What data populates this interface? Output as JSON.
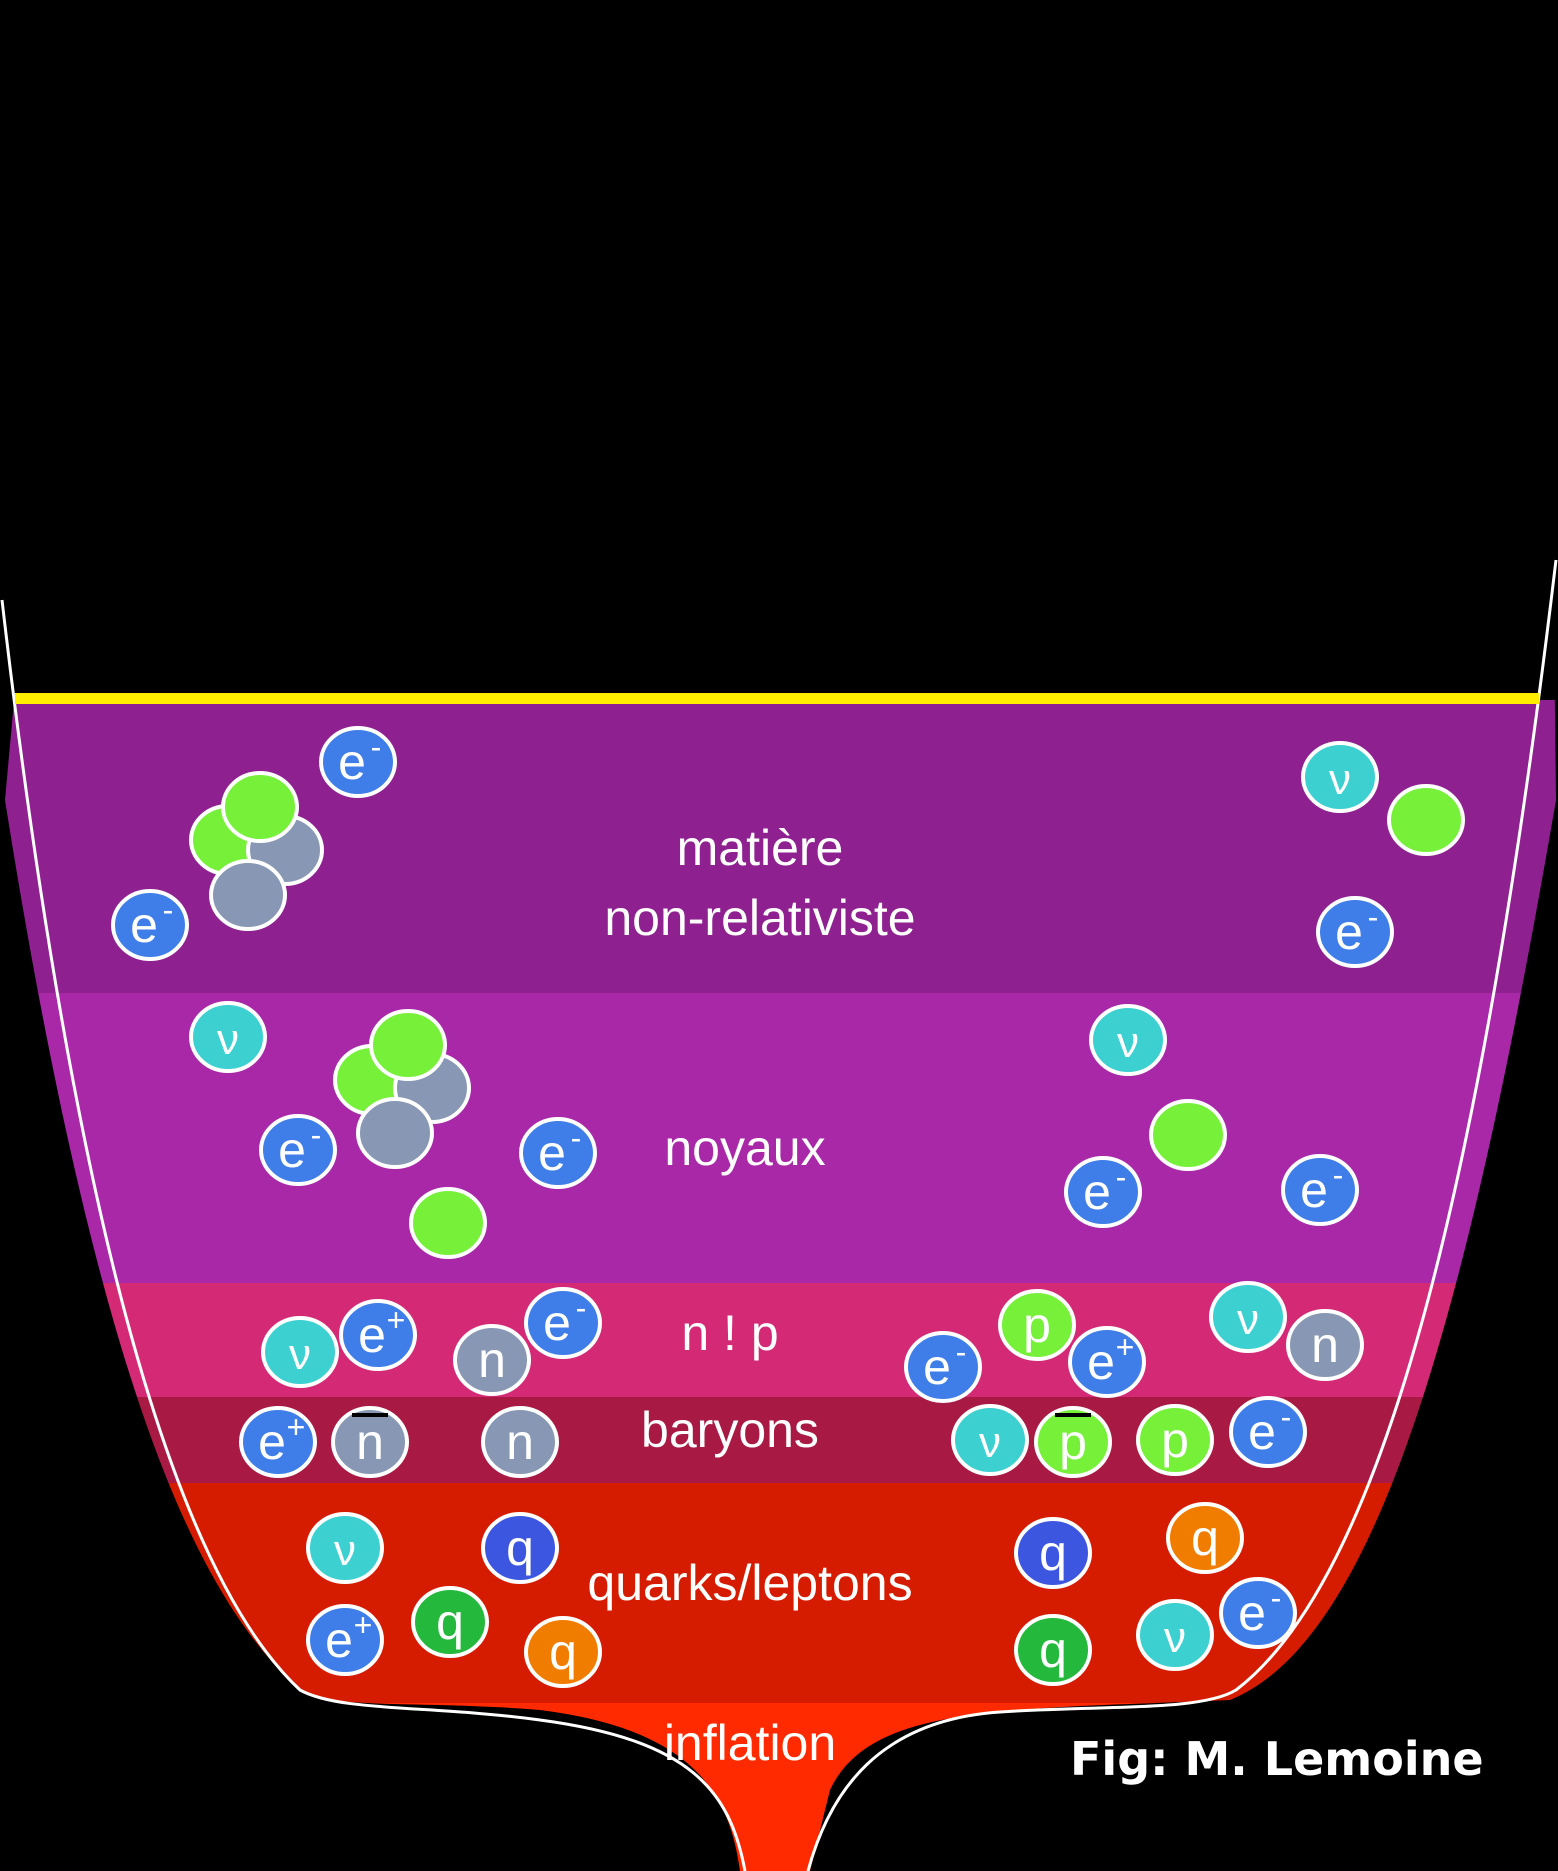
{
  "layers": [
    {
      "id": "matiere",
      "label_lines": [
        "matière",
        "non-relativiste"
      ],
      "color": "#8e2090"
    },
    {
      "id": "noyaux",
      "label_lines": [
        "noyaux"
      ],
      "color": "#a828a8"
    },
    {
      "id": "np",
      "label_lines": [
        "n ! p"
      ],
      "color": "#d42a76"
    },
    {
      "id": "baryons",
      "label_lines": [
        "baryons"
      ],
      "color": "#a81a44"
    },
    {
      "id": "quarks",
      "label_lines": [
        "quarks/leptons"
      ],
      "color": "#d61c00"
    },
    {
      "id": "inflation",
      "label_lines": [
        "inflation"
      ],
      "color": "#ff2a00"
    }
  ],
  "boundary_line_color": "#ffee00",
  "particle_colors": {
    "electron": "#3f7ee8",
    "neutrino": "#3cd0d0",
    "proton": "#77f03a",
    "neutron": "#8898b4",
    "quark_blue": "#3d56e0",
    "quark_green": "#24b83c",
    "quark_orange": "#f07d00"
  },
  "particle_labels": {
    "electron": "e",
    "electron_sign": "-",
    "positron_sign": "+",
    "neutrino": "ν",
    "proton": "p",
    "neutron": "n",
    "quark": "q"
  },
  "credit": "Fig: M. Lemoine"
}
